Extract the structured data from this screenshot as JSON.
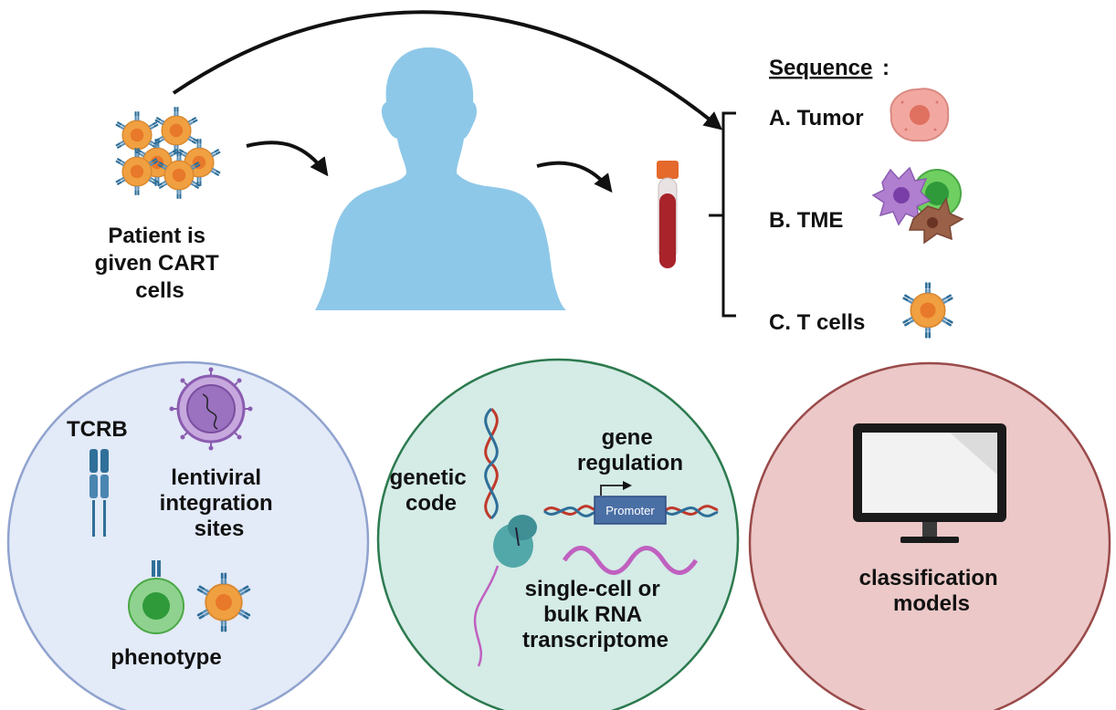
{
  "top_flow": {
    "patient_label": [
      "Patient is",
      "given CART",
      "cells"
    ],
    "sequence_header": "Sequence",
    "sequence_colon": ":",
    "sequence_items": [
      {
        "label": "A. Tumor",
        "icon": "tumor-cell-icon"
      },
      {
        "label": "B. TME",
        "icon": "tme-cells-icon"
      },
      {
        "label": "C. T cells",
        "icon": "t-cell-icon"
      }
    ]
  },
  "panels": {
    "left": {
      "tcrb_label": "TCRB",
      "lentiviral_label": [
        "lentiviral",
        "integration",
        "sites"
      ],
      "phenotype_label": "phenotype"
    },
    "middle": {
      "genetic_code_label": [
        "genetic",
        "code"
      ],
      "gene_regulation_label": [
        "gene",
        "regulation"
      ],
      "promoter_label": "Promoter",
      "transcriptome_label": [
        "single-cell or",
        "bulk RNA",
        "transcriptome"
      ]
    },
    "right": {
      "classification_label": [
        "classification",
        "models"
      ]
    }
  },
  "colors": {
    "body_blue": "#8ec8e8",
    "car_t_orange": "#f0a040",
    "car_t_nucleus": "#e8782a",
    "receptor_blue": "#2f6f99",
    "blood_red": "#a8232a",
    "tube_cap": "#e4692b",
    "panel_left_fill": "#e3eaf8",
    "panel_left_stroke": "#90a3cf",
    "panel_mid_fill": "#d4ebe6",
    "panel_mid_stroke": "#2c7a4e",
    "panel_right_fill": "#ecc8c8",
    "panel_right_stroke": "#9a4a4a",
    "tumor_pink": "#f2a8a0",
    "promoter_blue": "#4a6fa5",
    "rna_purple": "#c060c0",
    "phenotype_green": "#6fbf73"
  }
}
